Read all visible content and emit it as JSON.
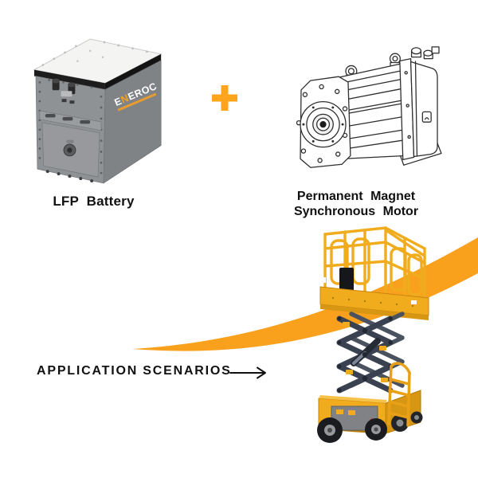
{
  "colors": {
    "accent_orange": "#F9A11D",
    "plus_orange": "#FFA41C",
    "lift_yellow": "#F0AC1C",
    "lift_yellow_dark": "#D89712",
    "scissor_dark": "#3A4150",
    "text": "#111111",
    "battery_body_gray": "#8F9295",
    "battery_side_gray": "#808386",
    "battery_lid": "#F4F4F3",
    "motor_line": "#2E2E2E"
  },
  "battery": {
    "label": "LFP Battery",
    "brand": {
      "e": "E",
      "n": "N",
      "rest": "EROC"
    }
  },
  "plus": {
    "symbol": "+"
  },
  "motor": {
    "label_line1": "Permanent Magnet",
    "label_line2": "Synchronous Motor"
  },
  "application": {
    "label": "APPLICATION SCENARIOS"
  }
}
